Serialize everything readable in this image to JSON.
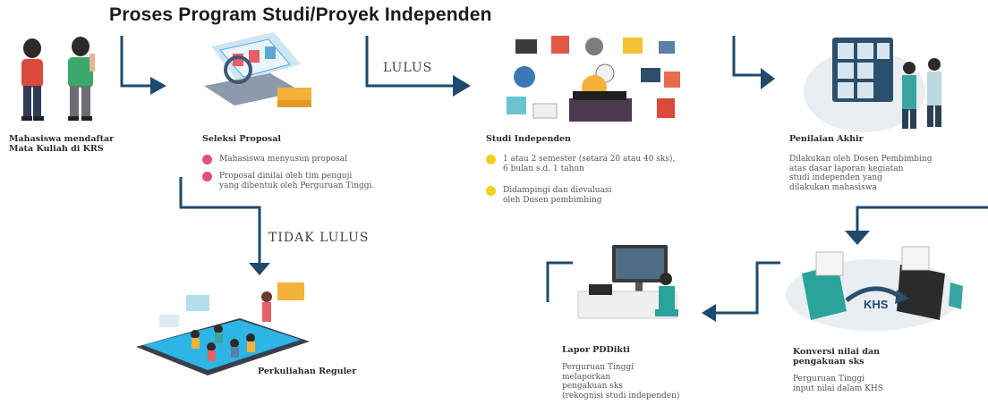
{
  "title": "Proses Program Studi/Proyek Independen",
  "colors": {
    "navy": "#1f4a6e",
    "pink": "#e0507a",
    "yellow": "#f5cf20",
    "teal": "#2aa39a"
  },
  "steps": {
    "register": {
      "title": "Mahasiswa mendaftar\nMata Kuliah di KRS"
    },
    "selection": {
      "title": "Seleksi Proposal",
      "bullets": [
        "Mahasiswa menyusun proposal",
        "Proposal dinilai oleh tim penguji\nyang dibentuk oleh Perguruan Tinggi."
      ]
    },
    "study": {
      "title": "Studi Independen",
      "bullets": [
        "1 atau 2 semester (setara 20 atau 40 sks),\n6 bulan s.d. 1 tahun",
        "Didampingi dan dievaluasi\noleh Dosen pembimbing"
      ]
    },
    "assessment": {
      "title": "Penilaian Akhir",
      "desc": "Dilakukan oleh Dosen Pembimbing\natas dasar laporan kegiatan\nstudi independen yang\ndilakukan mahasiswa"
    },
    "regular": {
      "title": "Perkuliahan Reguler"
    },
    "report": {
      "title": "Lapor PDDikti",
      "desc": "Perguruan Tinggi\nmelaporkan\npengakuan sks\n(rekognisi studi independen)"
    },
    "conversion": {
      "title": "Konversi nilai dan\npengakuan sks",
      "desc": "Perguruan Tinggi\ninput nilai dalam KHS"
    }
  },
  "labels": {
    "pass": "LULUS",
    "fail": "TIDAK LULUS",
    "khs": "KHS"
  },
  "icons": [
    "students-illustration",
    "proposal-illustration",
    "independent-study-illustration",
    "assessment-illustration",
    "regular-class-illustration",
    "report-illustration",
    "khs-conversion-illustration"
  ]
}
